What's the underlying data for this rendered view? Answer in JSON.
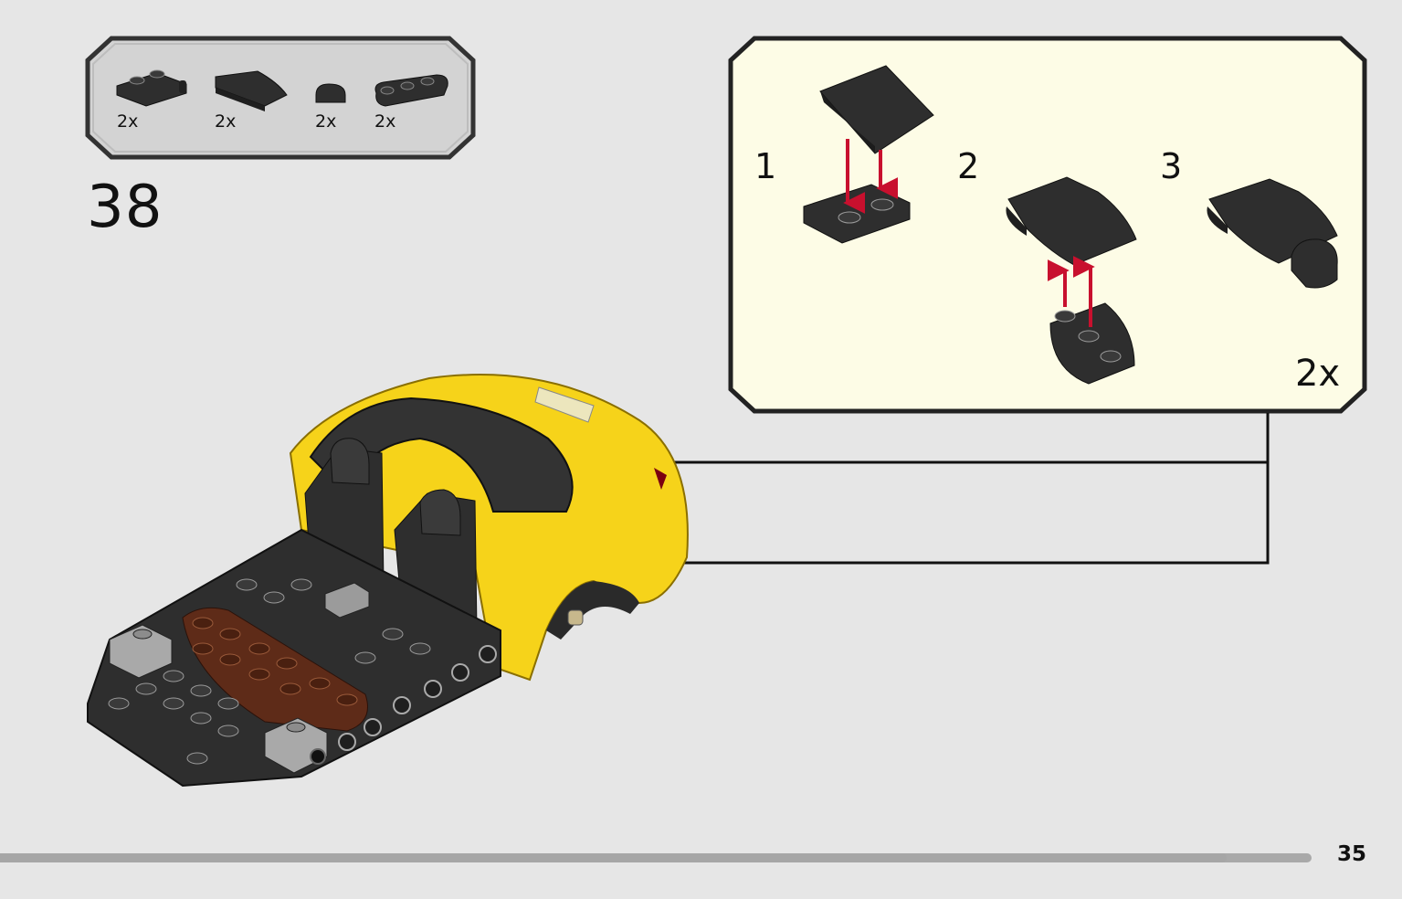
{
  "step": {
    "number": "38",
    "page_number": "35"
  },
  "parts_list": [
    {
      "icon": "plate-1x2-with-clips-icon",
      "quantity": "2x"
    },
    {
      "icon": "curved-slope-2x2-icon",
      "quantity": "2x"
    },
    {
      "icon": "round-tile-1x1-half-icon",
      "quantity": "2x"
    },
    {
      "icon": "plate-1x3-rounded-icon",
      "quantity": "2x"
    }
  ],
  "sub_assembly": {
    "steps": [
      "1",
      "2",
      "3"
    ],
    "multiplier": "2x"
  },
  "progress": {
    "fraction": 0.935
  },
  "colors": {
    "page_background": "#e6e6e6",
    "callout_background": "#fdfce6",
    "parts_panel_background": "#d3d3d3",
    "lego_yellow": "#f6d31a",
    "lego_black": "#2e2e2e",
    "lego_brown": "#5e2b18",
    "lego_gray": "#a9a9a9",
    "arrow_red": "#c8102e"
  }
}
